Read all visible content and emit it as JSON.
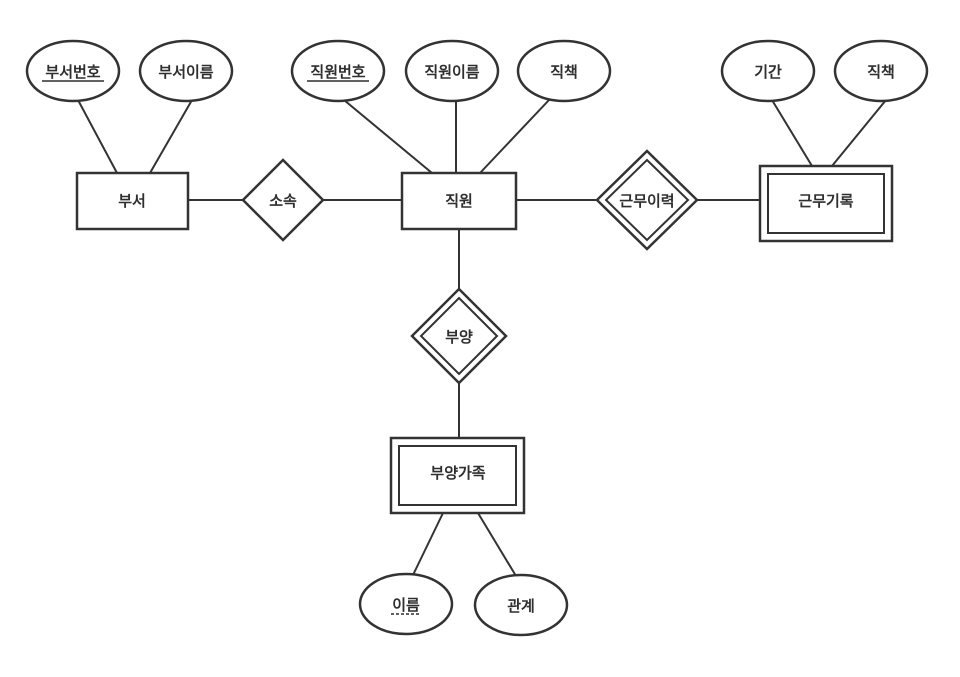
{
  "entities": {
    "dept": "부서",
    "employee": "직원",
    "work_record": "근무기록",
    "dependent": "부양가족"
  },
  "relationships": {
    "belongs": "소속",
    "work_history": "근무이력",
    "support": "부양"
  },
  "attributes": {
    "dept_no": "부서번호",
    "dept_name": "부서이름",
    "emp_no": "직원번호",
    "emp_name": "직원이름",
    "emp_position": "직책",
    "rec_period": "기간",
    "rec_position": "직책",
    "dep_name": "이름",
    "dep_relation": "관계"
  },
  "colors": {
    "stroke": "#333333",
    "text": "#2f2f2f",
    "background": "#ffffff"
  }
}
